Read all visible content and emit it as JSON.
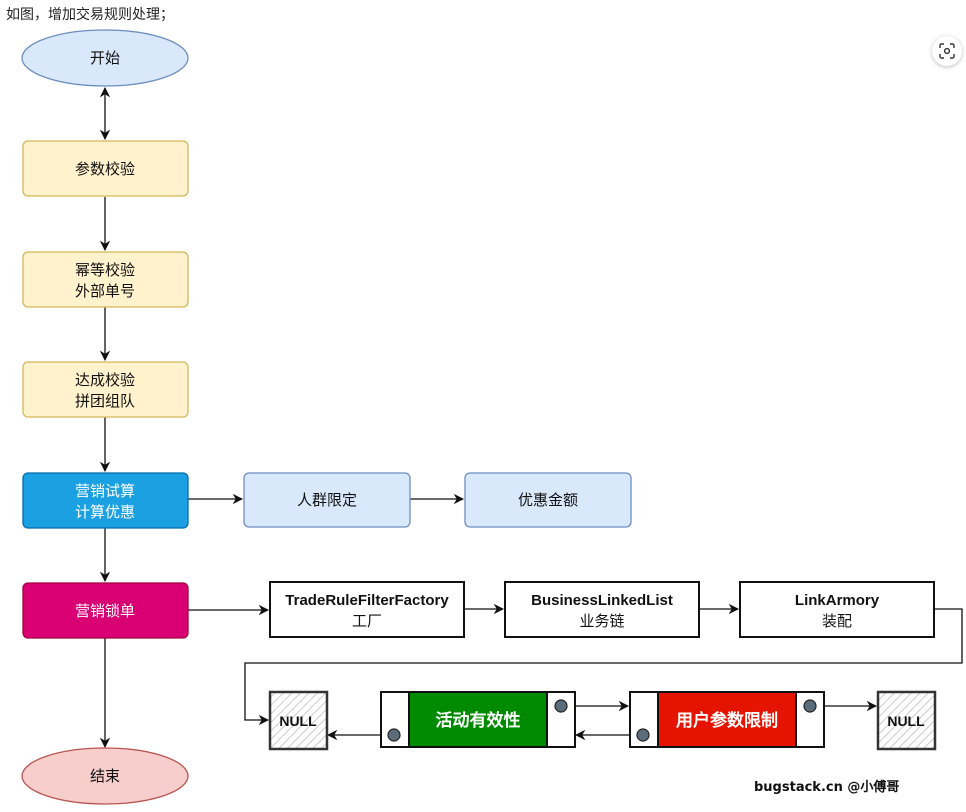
{
  "caption": "如图，增加交易规则处理；",
  "nodes": {
    "start": "开始",
    "param": "参数校验",
    "idem_1": "幂等校验",
    "idem_2": "外部单号",
    "reach_1": "达成校验",
    "reach_2": "拼团组队",
    "trial_1": "营销试算",
    "trial_2": "计算优惠",
    "crowd": "人群限定",
    "discount": "优惠金额",
    "lock": "营销锁单",
    "end": "结束",
    "factory_1": "TradeRuleFilterFactory",
    "factory_2": "工厂",
    "biz_1": "BusinessLinkedList",
    "biz_2": "业务链",
    "armory_1": "LinkArmory",
    "armory_2": "装配",
    "null_left": "NULL",
    "null_right": "NULL",
    "activity": "活动有效性",
    "user_limit": "用户参数限制"
  },
  "colors": {
    "start_fill": "#dae8fc",
    "start_stroke": "#6c8ebf",
    "yellow_fill": "#fff2cc",
    "yellow_stroke": "#d6b656",
    "trial_fill": "#1ba1e2",
    "trial_stroke": "#006eaf",
    "blue_fill": "#dae8fc",
    "blue_stroke": "#6c8ebf",
    "lock_fill": "#d80073",
    "lock_stroke": "#a50040",
    "end_fill": "#f8cecc",
    "end_stroke": "#b85450",
    "activity_fill": "#008a00",
    "user_limit_fill": "#e51400"
  },
  "icons": {
    "ocr": "scan-text-icon"
  },
  "watermark": "bugstack.cn @小傅哥"
}
